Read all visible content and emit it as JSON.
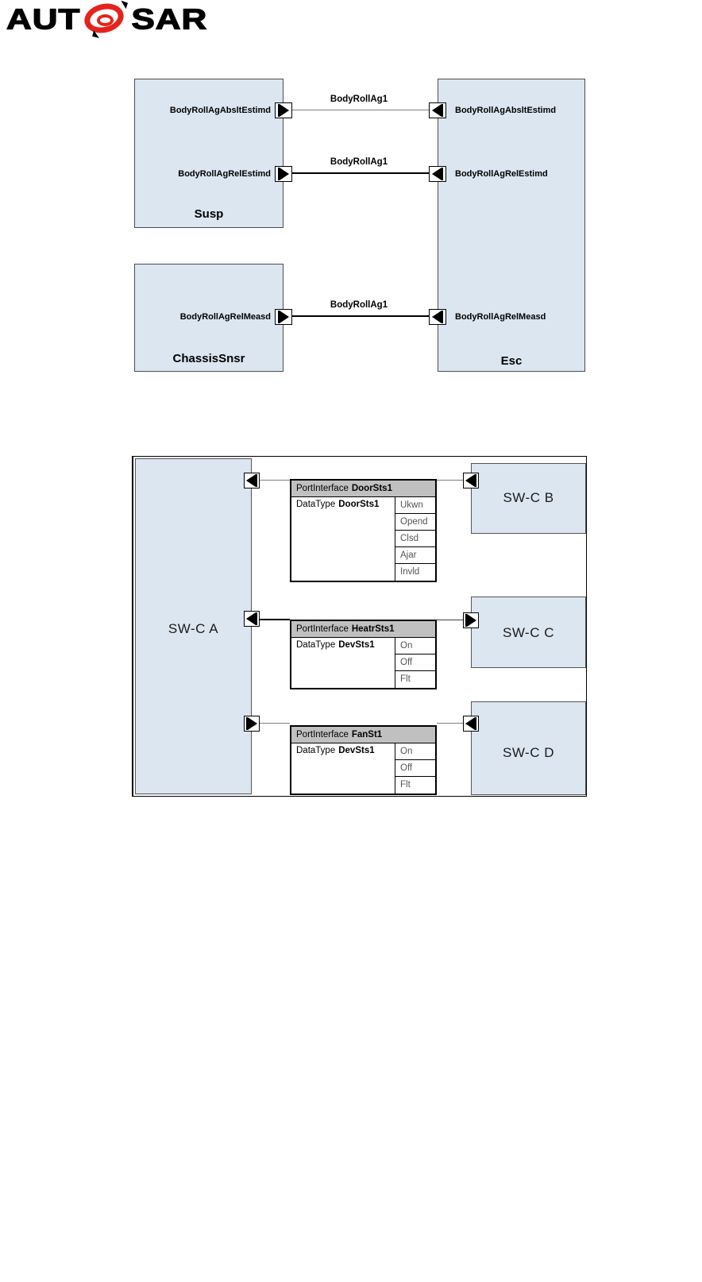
{
  "logo": {
    "left": "AUT",
    "right": "SAR",
    "red": "#e5231b"
  },
  "colors": {
    "component_fill": "#dce6f1",
    "table_header_fill": "#c0c0c0",
    "connector_gray": "#808080",
    "logo_red": "#e5231b"
  },
  "diagram1": {
    "components": {
      "susp": "Susp",
      "chassis": "ChassisSnsr",
      "esc": "Esc"
    },
    "port_labels": {
      "susp": [
        "BodyRollAgAbsltEstimd",
        "BodyRollAgRelEstimd"
      ],
      "chassis": [
        "BodyRollAgRelMeasd"
      ],
      "esc": [
        "BodyRollAgAbsltEstimd",
        "BodyRollAgRelEstimd",
        "BodyRollAgRelMeasd"
      ]
    },
    "connector_labels": [
      "BodyRollAg1",
      "BodyRollAg1",
      "BodyRollAg1"
    ]
  },
  "diagram2": {
    "components": {
      "a": "SW-C A",
      "b": "SW-C B",
      "c": "SW-C C",
      "d": "SW-C D"
    },
    "interfaces": [
      {
        "kind": "PortInterface",
        "name": "DoorSts1",
        "datatype_kind": "DataType",
        "datatype_name": "DoorSts1",
        "values": [
          "Ukwn",
          "Opend",
          "Clsd",
          "Ajar",
          "Invld"
        ]
      },
      {
        "kind": "PortInterface",
        "name": "HeatrSts1",
        "datatype_kind": "DataType",
        "datatype_name": "DevSts1",
        "values": [
          "On",
          "Off",
          "Flt"
        ]
      },
      {
        "kind": "PortInterface",
        "name": "FanSt1",
        "datatype_kind": "DataType",
        "datatype_name": "DevSts1",
        "values": [
          "On",
          "Off",
          "Flt"
        ]
      }
    ]
  }
}
